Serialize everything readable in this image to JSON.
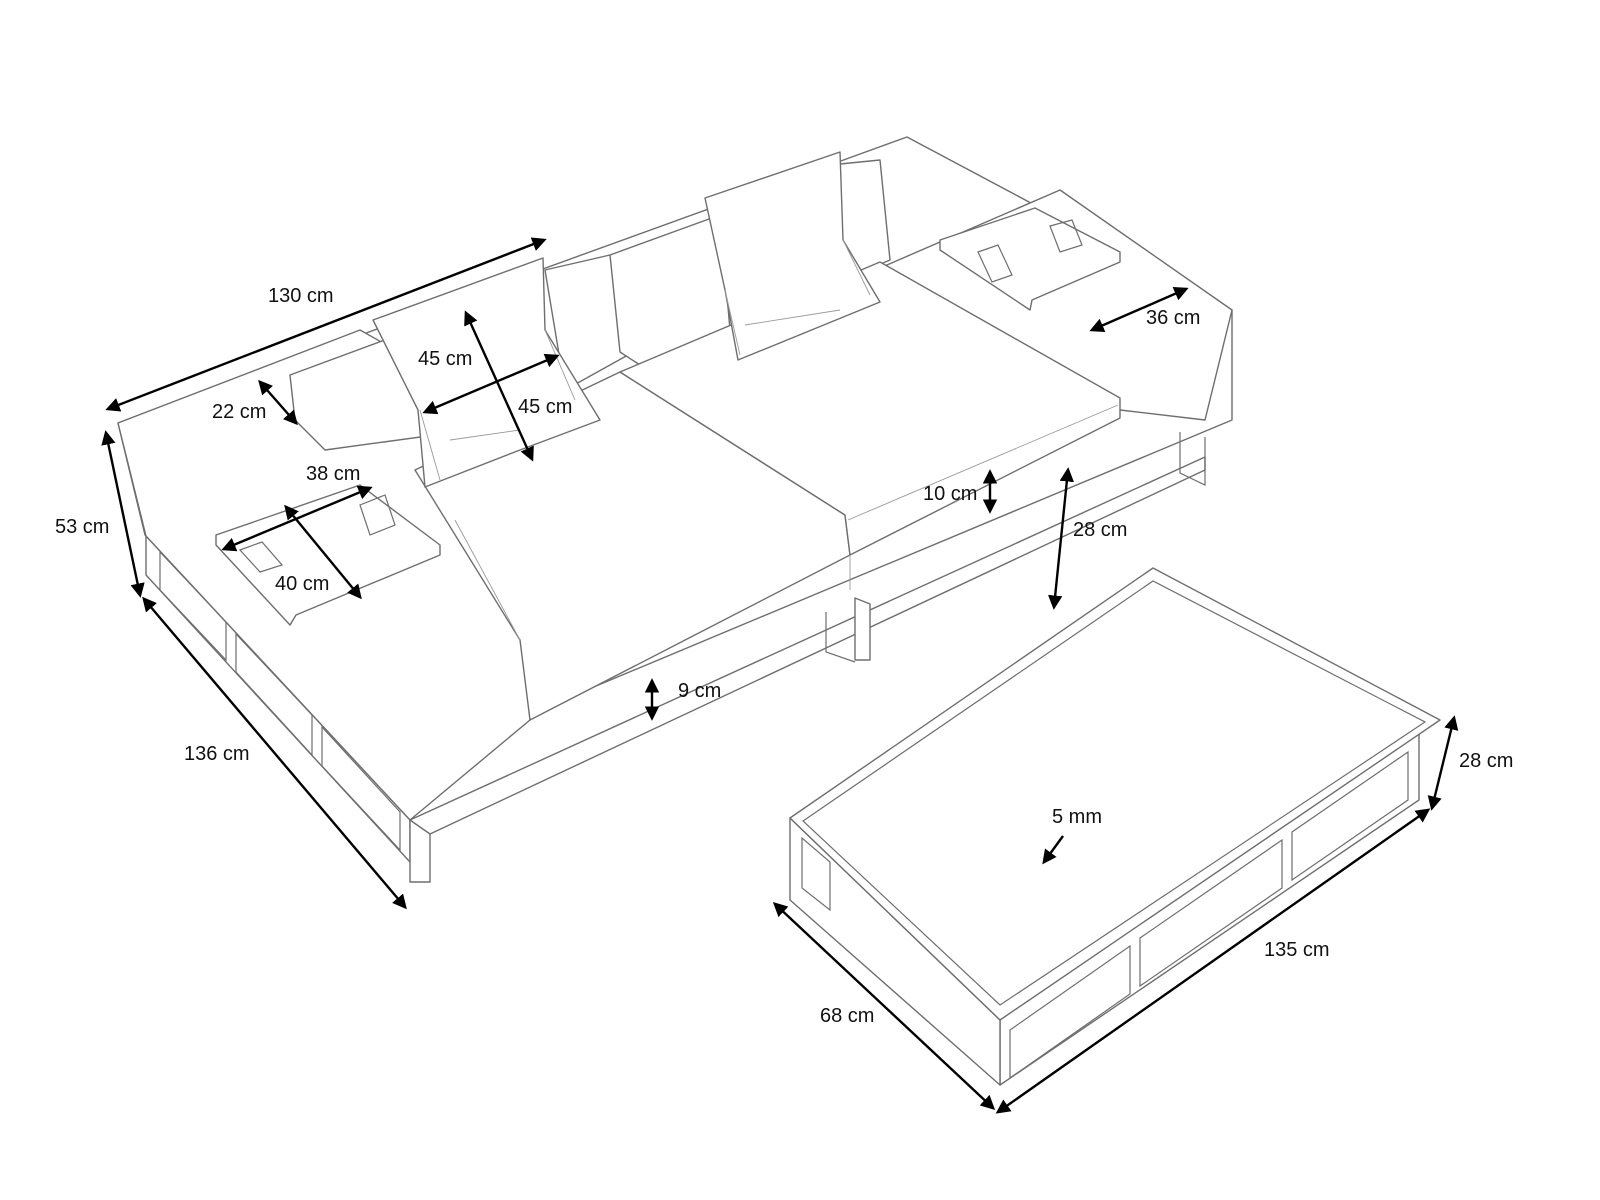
{
  "dimensions": {
    "sofa_length": "130 cm",
    "back_cushion_depth": "22 cm",
    "pillow_height": "45 cm",
    "pillow_width": "45 cm",
    "total_height": "53 cm",
    "tray_length": "38 cm",
    "tray_width": "40 cm",
    "right_tray_width": "36 cm",
    "seat_cushion_right": "10 cm",
    "seat_height_frame": "28 cm",
    "seat_cushion_left": "9 cm",
    "sofa_depth": "136 cm",
    "table_height": "28 cm",
    "glass_thickness": "5 mm",
    "table_length": "135 cm",
    "table_width": "68 cm"
  }
}
